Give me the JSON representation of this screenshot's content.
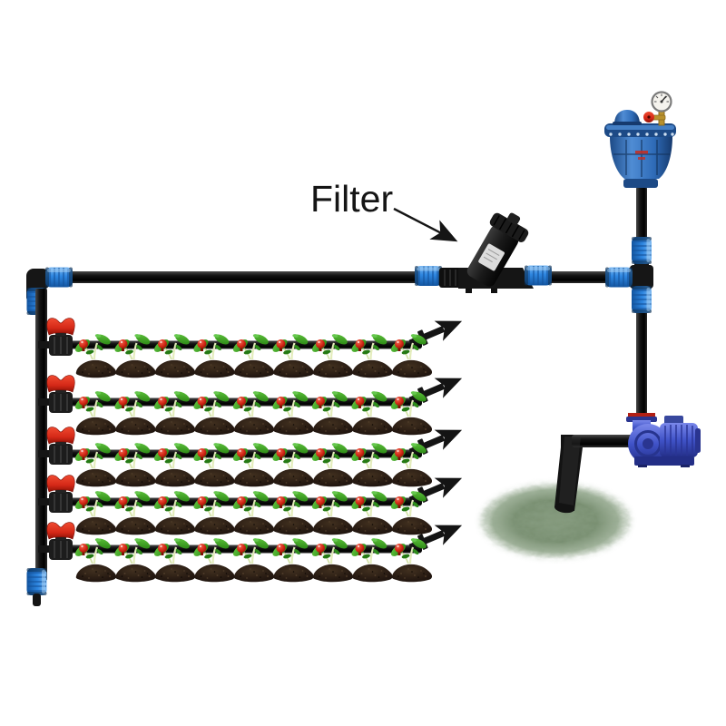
{
  "labels": {
    "filter": "Filter"
  },
  "system": {
    "drip_rows": 5,
    "plants_per_row": 9,
    "emitters_per_row": 9,
    "row_valves": 5,
    "total_plants": 45
  },
  "components": {
    "air_valve": "air-release-valve-with-pressure-gauge",
    "filter": "y-screen-filter",
    "pump": "centrifugal-pump",
    "main_pipe": "main-supply-pipe",
    "manifold": "left-manifold-pipe",
    "fittings": "blue-compression-fittings",
    "row_valve": "red-handle-branch-valve",
    "emitter": "red-dripper-ball",
    "plant": "seedling-in-soil-mound",
    "water_source": "grass-patch",
    "flow_arrow": "line-end-flow-arrow"
  },
  "colors": {
    "background": "#ffffff",
    "pipe_black": "#161616",
    "fitting_blue": "#2e86e0",
    "valve_red": "#d42817",
    "air_valve_blue": "#2f6cb8",
    "pump_blue": "#4053c8",
    "leaf_green": "#3a9423",
    "soil_brown": "#241811",
    "grass_green": "#7b8f74",
    "gauge_brass": "#b8912e",
    "label_text": "#151515"
  }
}
